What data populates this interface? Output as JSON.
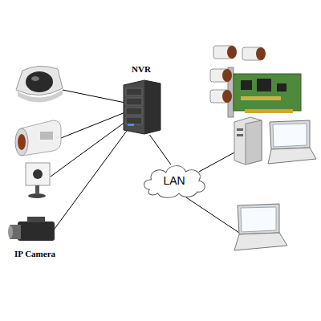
{
  "diagram": {
    "nodes": [
      {
        "text": [
          "NVR"
        ]
      },
      {
        "text": [
          "LAN"
        ]
      }
    ],
    "edges": [
      {
        "from": 0,
        "to": 1,
        "arrow": "none"
      }
    ],
    "labels": [
      "IP Camera"
    ]
  }
}
